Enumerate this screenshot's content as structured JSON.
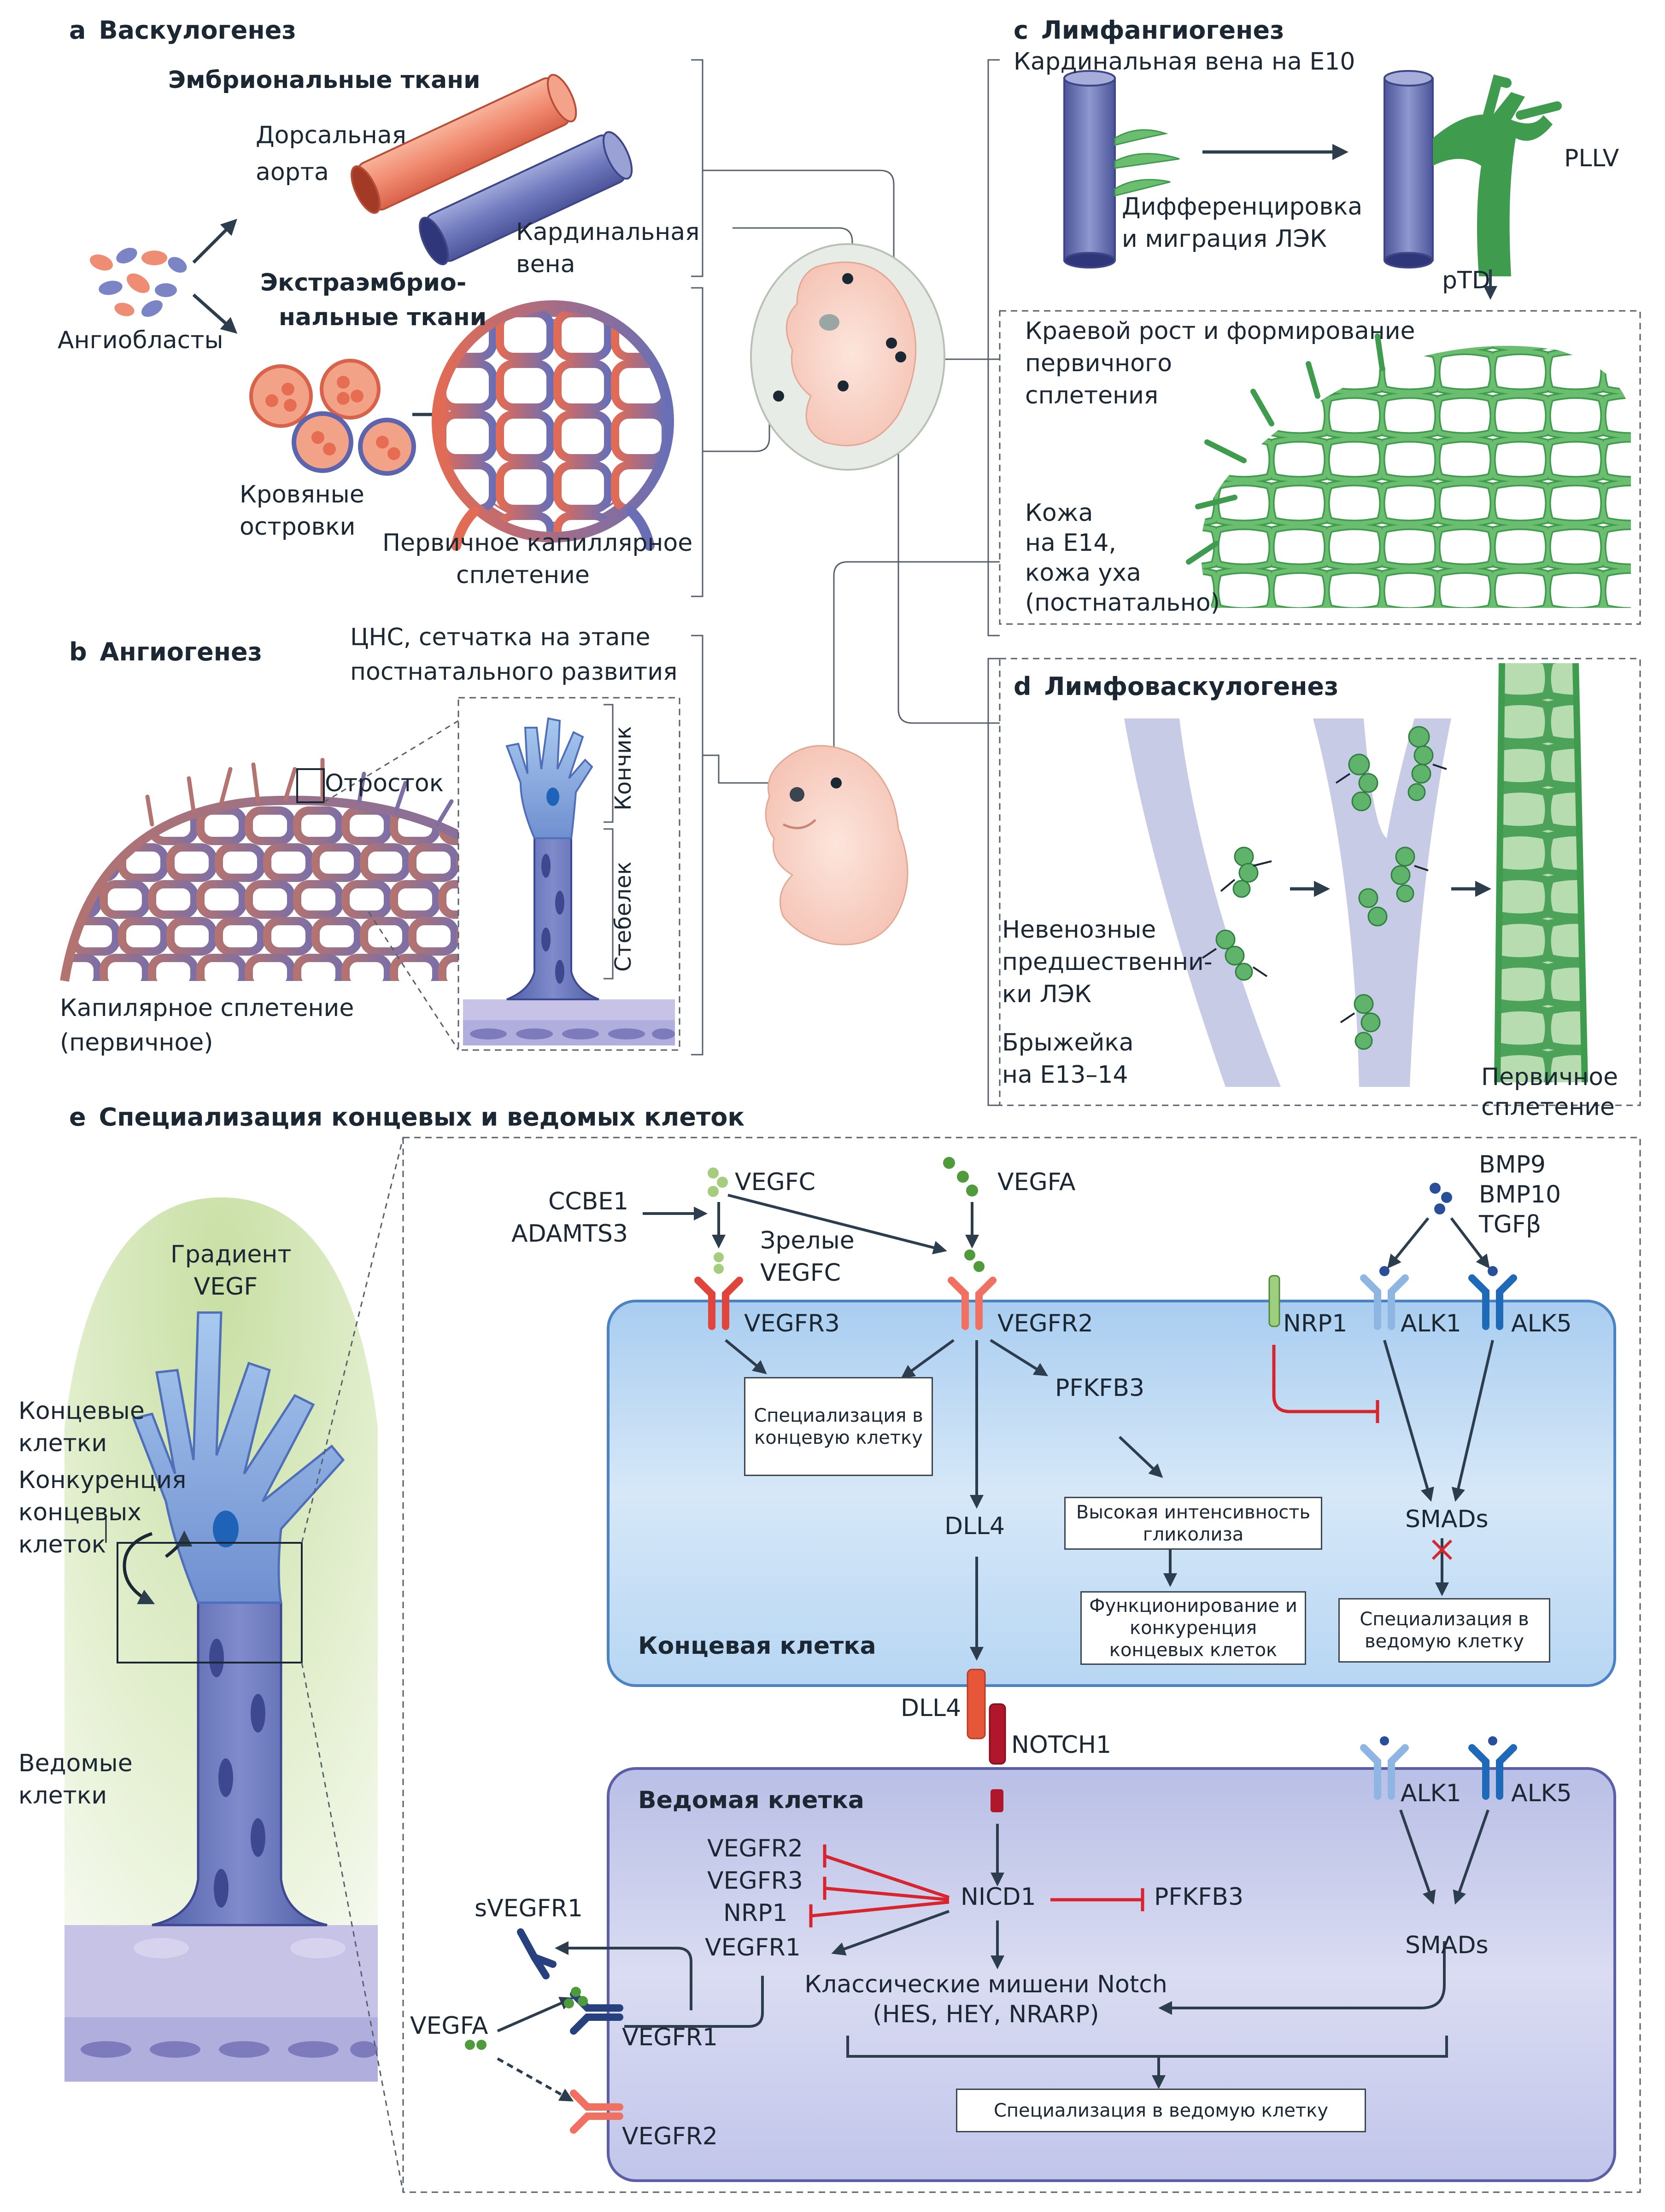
{
  "panels": {
    "a": {
      "letter": "a",
      "title": "Васкулогенез"
    },
    "b": {
      "letter": "b",
      "title": "Ангиогенез"
    },
    "c": {
      "letter": "c",
      "title": "Лимфангиогенез"
    },
    "d": {
      "letter": "d",
      "title": "Лимфоваскулогенез"
    },
    "e": {
      "letter": "e",
      "title": "Специализация концевых и ведомых клеток"
    }
  },
  "a": {
    "embryonic": "Эмбриональные ткани",
    "aorta_1": "Дорсальная",
    "aorta_2": "аорта",
    "vein_1": "Кардинальная",
    "vein_2": "вена",
    "extra_1": "Экстраэмбрио-",
    "extra_2": "нальные ткани",
    "angioblasts": "Ангиобласты",
    "islands_1": "Кровяные",
    "islands_2": "островки",
    "plexus_1": "Первичное капиллярное",
    "plexus_2": "сплетение"
  },
  "b": {
    "cns_1": "ЦНС, сетчатка на этапе",
    "cns_2": "постнатального развития",
    "sprout": "Отросток",
    "tip": "Кончик",
    "stalk": "Стебелек",
    "plexus_1": "Капилярное сплетение",
    "plexus_2": "(первичное)"
  },
  "c": {
    "cv": "Кардинальная вена на E10",
    "diff_1": "Дифференцировка",
    "diff_2": "и миграция ЛЭК",
    "pllv": "PLLV",
    "ptd": "pTD",
    "edge_1": "Краевой рост и формирование",
    "edge_2": "первичного",
    "edge_3": "сплетения",
    "skin_1": "Кожа",
    "skin_2": "на E14,",
    "skin_3": "кожа уха",
    "skin_4": "(постнатально)"
  },
  "d": {
    "prec_1": "Невенозные",
    "prec_2": "предшественни-",
    "prec_3": "ки ЛЭК",
    "mes_1": "Брыжейка",
    "mes_2": "на E13–14",
    "prim_1": "Первичное",
    "prim_2": "сплетение"
  },
  "e": {
    "gradient_1": "Градиент",
    "gradient_2": "VEGF",
    "tipcells_1": "Концевые",
    "tipcells_2": "клетки",
    "comp_1": "Конкуренция",
    "comp_2": "концевых",
    "comp_3": "клеток",
    "stalkcells_1": "Ведомые",
    "stalkcells_2": "клетки",
    "vegfc": "VEGFC",
    "vegfa": "VEGFA",
    "ccbe1": "CCBE1",
    "adamts3": "ADAMTS3",
    "mature_1": "Зрелые",
    "mature_2": "VEGFC",
    "bmp9": "BMP9",
    "bmp10": "BMP10",
    "tgfb": "TGFβ",
    "vegfr3": "VEGFR3",
    "vegfr2": "VEGFR2",
    "nrp1": "NRP1",
    "alk1": "ALK1",
    "alk5": "ALK5",
    "spec_tip": "Специализация в концевую клетку",
    "pfkfb3": "PFKFB3",
    "dll4": "DLL4",
    "glyco": "Высокая интенсивность гликолиза",
    "func": "Функционирование и конкуренция концевых клеток",
    "smads": "SMADs",
    "spec_stalk": "Специализация в ведомую клетку",
    "tip_cell": "Концевая клетка",
    "notch1": "NOTCH1",
    "stalk_cell": "Ведомая клетка",
    "r2": "VEGFR2",
    "r3": "VEGFR3",
    "nrp1b": "NRP1",
    "vegfr1": "VEGFR1",
    "nicd1": "NICD1",
    "pfkfb3b": "PFKFB3",
    "targets_1": "Классические мишени Notch",
    "targets_2": "(HES, HEY, NRARP)",
    "svegfr1": "sVEGFR1",
    "vegfa_b": "VEGFA",
    "vegfr1_b": "VEGFR1",
    "vegfr2_b": "VEGFR2",
    "spec_stalk_b": "Специализация в ведомую клетку"
  }
}
